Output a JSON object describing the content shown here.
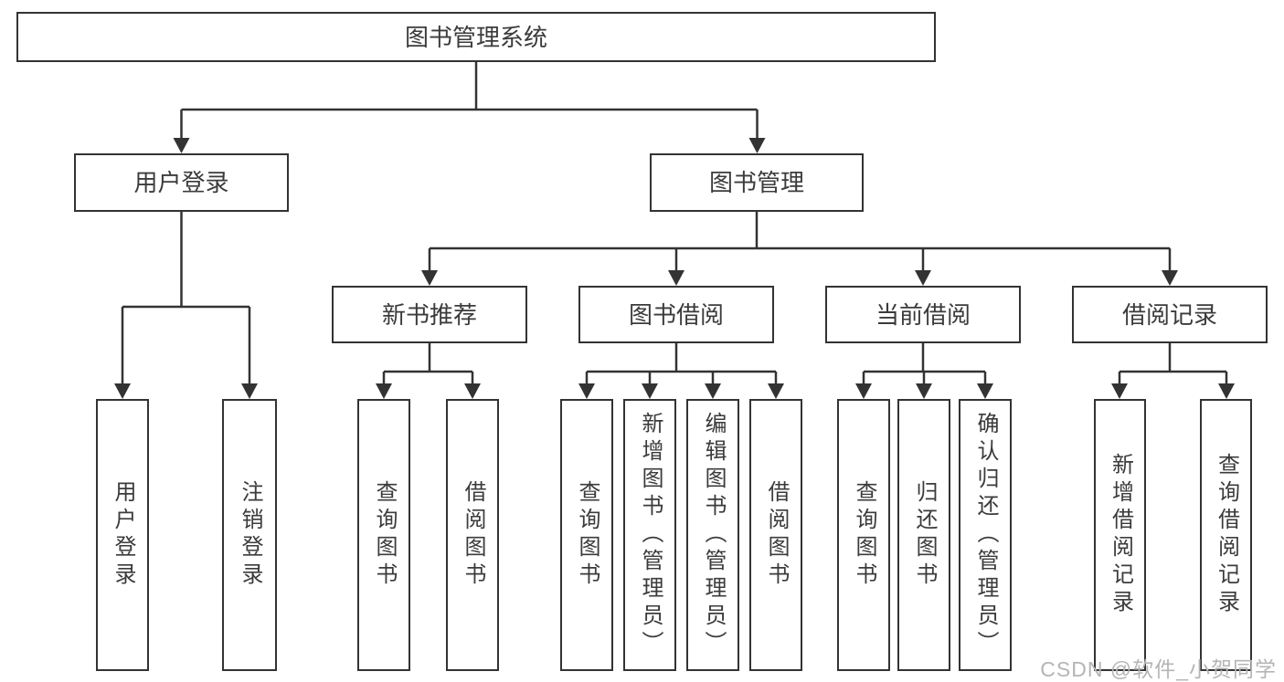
{
  "tree": {
    "label": "图书管理系统",
    "children": [
      {
        "label": "用户登录",
        "children": [
          {
            "label": "用户登录"
          },
          {
            "label": "注销登录"
          }
        ]
      },
      {
        "label": "图书管理",
        "children": [
          {
            "label": "新书推荐",
            "children": [
              {
                "label": "查询图书"
              },
              {
                "label": "借阅图书"
              }
            ]
          },
          {
            "label": "图书借阅",
            "children": [
              {
                "label": "查询图书"
              },
              {
                "label": "新增图书（管理员）"
              },
              {
                "label": "编辑图书（管理员）"
              },
              {
                "label": "借阅图书"
              }
            ]
          },
          {
            "label": "当前借阅",
            "children": [
              {
                "label": "查询图书"
              },
              {
                "label": "归还图书"
              },
              {
                "label": "确认归还（管理员）"
              }
            ]
          },
          {
            "label": "借阅记录",
            "children": [
              {
                "label": "新增借阅记录"
              },
              {
                "label": "查询借阅记录"
              }
            ]
          }
        ]
      }
    ]
  },
  "watermark": {
    "text": "CSDN @软件_小贺同学"
  },
  "colors": {
    "line": "#333333",
    "box_border": "#333333",
    "text": "#3b3b3b",
    "watermark_text": "#b5b5b5",
    "background": "#ffffff"
  }
}
